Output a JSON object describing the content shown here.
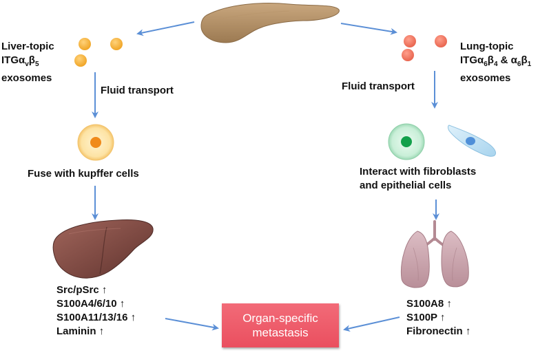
{
  "left": {
    "title_lines": [
      "Liver-topic",
      "ITGαvβ5",
      "exosomes"
    ],
    "transport": "Fluid transport",
    "target": "Fuse with kupffer cells",
    "markers": [
      "Src/pSrc ↑",
      "S100A4/6/10 ↑",
      "S100A11/13/16 ↑",
      "Laminin ↑"
    ]
  },
  "right": {
    "title_lines": [
      "Lung-topic",
      "ITGα6β4 & α6β1",
      "exosomes"
    ],
    "transport": "Fluid transport",
    "target_lines": [
      "Interact with fibroblasts",
      "and epithelial cells"
    ],
    "markers": [
      "S100A8 ↑",
      "S100P ↑",
      "Fibronectin ↑"
    ]
  },
  "result_lines": [
    "Organ-specific",
    "metastasis"
  ],
  "icons": [
    "pancreas-icon",
    "exosome-dot-icon",
    "kupffer-cell-icon",
    "fibroblast-cell-icon",
    "epithelial-cell-icon",
    "liver-icon",
    "lungs-icon"
  ],
  "colors": {
    "arrow": "#5b8fd6",
    "liver_exosome": "#f5b133",
    "lung_exosome": "#ee7560",
    "result_box": "#ee5d6c",
    "liver": "#7e4a44",
    "lungs": "#c9a3ac"
  }
}
